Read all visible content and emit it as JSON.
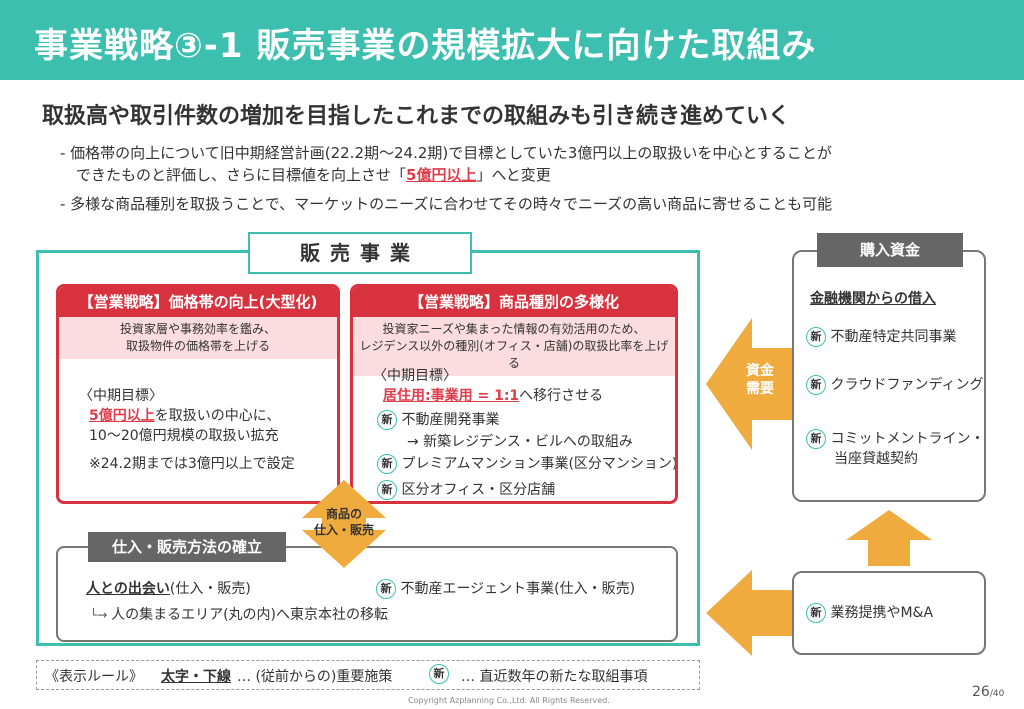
{
  "header": {
    "title": "事業戦略③-1 販売事業の規模拡大に向けた取組み"
  },
  "subtitle": "取扱高や取引件数の増加を目指したこれまでの取組みも引き続き進めていく",
  "bullets": {
    "b1_line1": "- 価格帯の向上について旧中期経営計画(22.2期〜24.2期)で目標としていた3億円以上の取扱いを中心とすることが",
    "b1_line2_pre": "できたものと評価し、さらに目標値を向上させ「",
    "b1_highlight": "5億円以上",
    "b1_line2_post": "」へと変更",
    "b2": "- 多様な商品種別を取扱うことで、マーケットのニーズに合わせてその時々でニーズの高い商品に寄せることも可能"
  },
  "sales": {
    "title": "販売事業",
    "left_card": {
      "head": "【営業戦略】価格帯の向上(大型化)",
      "desc_line1": "投資家層や事務効率を鑑み、",
      "desc_line2": "取扱物件の価格帯を上げる",
      "goal_label": "〈中期目標〉",
      "goal_highlight": "5億円以上",
      "goal_line1_rest": "を取扱いの中心に、",
      "goal_line2": "10〜20億円規模の取扱い拡充",
      "note": "※24.2期までは3億円以上で設定"
    },
    "right_card": {
      "head": "【営業戦略】商品種別の多様化",
      "desc_line1": "投資家ニーズや集まった情報の有効活用のため、",
      "desc_line2": "レジデンス以外の種別(オフィス・店舗)の取扱比率を上げる",
      "goal_label": "〈中期目標〉",
      "goal_highlight": "居住用:事業用 = 1:1",
      "goal_rest": "へ移行させる",
      "item1": "不動産開発事業",
      "item1_sub": "→ 新築レジデンス・ビルへの取組み",
      "item2": "プレミアムマンション事業(区分マンション)",
      "item3": "区分オフィス・区分店舗"
    },
    "center_arrow_line1": "商品の",
    "center_arrow_line2": "仕入・販売"
  },
  "method": {
    "title": "仕入・販売方法の確立",
    "left_bold": "人との出会い",
    "left_rest": "(仕入・販売)",
    "left_sub": "人の集まるエリア(丸の内)へ東京本社の移転",
    "right_item": "不動産エージェント事業(仕入・販売)"
  },
  "funding": {
    "title": "購入資金",
    "sub_title": "金融機関からの借入",
    "items": [
      "不動産特定共同事業",
      "クラウドファンディング",
      "コミットメントライン・",
      "当座貸越契約"
    ],
    "arrow_line1": "資金",
    "arrow_line2": "需要"
  },
  "business": {
    "item": "業務提携やM&A"
  },
  "new_mark": "新",
  "legend": {
    "label": "《表示ルール》",
    "bold_underline": "太字・下線",
    "bold_desc": "… (従前からの)重要施策",
    "new_desc": "… 直近数年の新たな取組事項"
  },
  "footer": {
    "copyright": "Copyright Azplanning Co.,Ltd. All Rights Reserved.",
    "page": "26",
    "total": "/40"
  },
  "colors": {
    "teal": "#3cbfae",
    "red": "#d8323f",
    "pink": "#fbdde0",
    "orange": "#f0ab3e",
    "gray": "#666666"
  }
}
